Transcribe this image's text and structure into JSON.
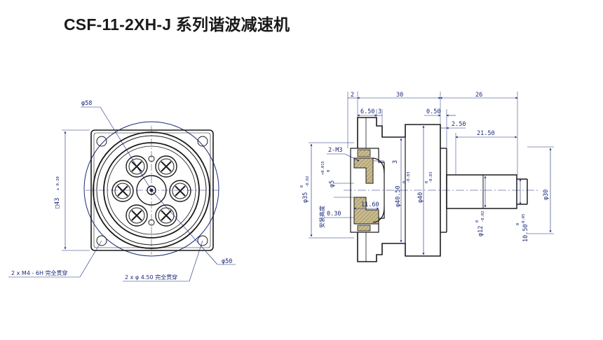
{
  "title": "CSF-11-2XH-J 系列谐波减速机",
  "front_view": {
    "dia_58": "φ58",
    "dia_50": "φ50",
    "square_43": "□43",
    "square_43_tol": "± 0.20",
    "note_m4": "2 x  M4 - 6H 完全贯穿",
    "note_hole": "2 x  φ 4.50 完全贯穿"
  },
  "side_view": {
    "dim_2": "2",
    "dim_30": "30",
    "dim_26": "26",
    "dim_6_50": "6.50",
    "dim_3_top": "3",
    "dim_0_50": "0.50",
    "dim_2_50": "2.50",
    "dim_21_50": "21.50",
    "dim_3_mid": "3",
    "dim_11_60": "11.60",
    "dim_0_30": "0.30",
    "label_2m3": "2-M3",
    "label_install": "安装高度",
    "dia_35": "φ35",
    "dia_35_tol_up": "0",
    "dia_35_tol_low": "-0.02",
    "dia_5": "φ5",
    "dia_5_tol_up": "+0.015",
    "dia_5_tol_low": "0",
    "dia_40_50": "φ40.50",
    "dia_40_50_tol_up": "0",
    "dia_40_50_tol_low": "-0.03",
    "dia_40": "φ40",
    "dia_40_tol_up": "0",
    "dia_40_tol_low": "-0.03",
    "dia_12": "φ12",
    "dia_12_tol_up": "0",
    "dia_12_tol_low": "-0.02",
    "dia_10_50": "10.50",
    "dia_10_50_tol_up": "0",
    "dia_10_50_tol_low": "-0.05",
    "dia_30": "φ30"
  },
  "colors": {
    "outline": "#1a1a1a",
    "dimension": "#1a2a78",
    "section_fill": "#c2b48a"
  }
}
